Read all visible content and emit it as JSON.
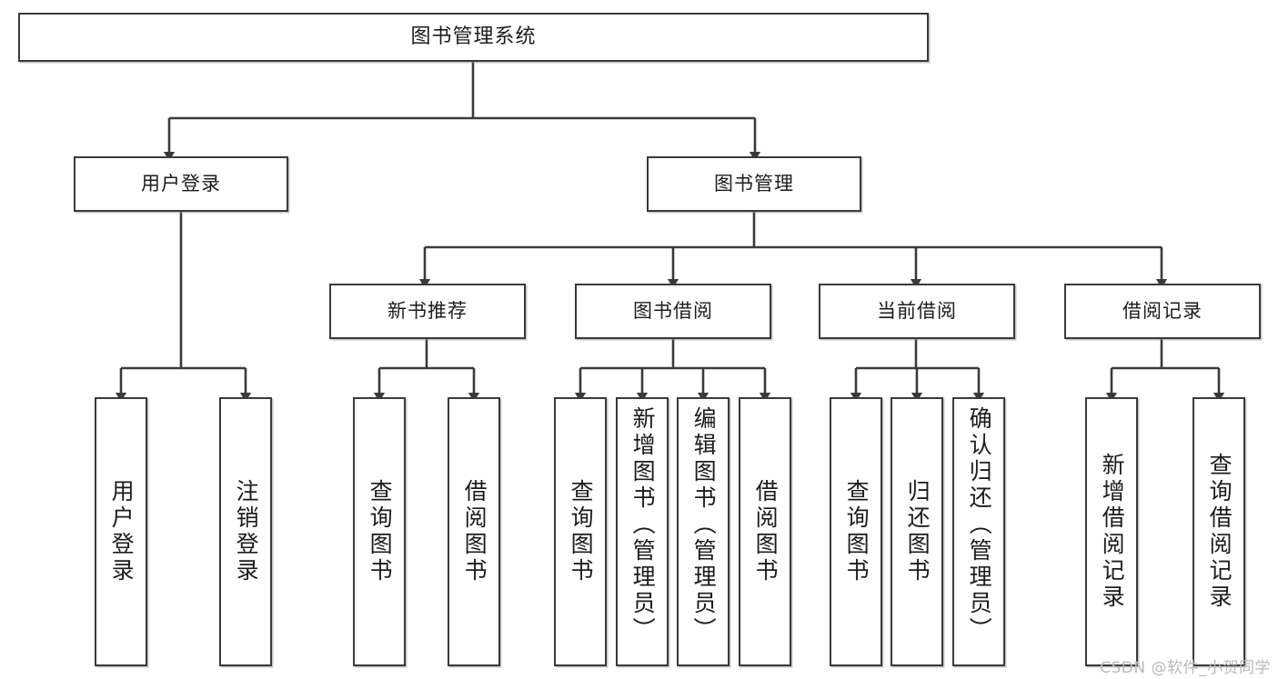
{
  "diagram": {
    "title": "图书管理系统",
    "watermark": "CSDN @软件_小贺同学",
    "line_color": "#3a3a3a",
    "box_fill": "#ffffff",
    "text_color": "#1c1c1c",
    "watermark_color": "#b9b9b9"
  },
  "nodes": {
    "root": {
      "label": "图书管理系统"
    },
    "level2": [
      {
        "label": "用户登录"
      },
      {
        "label": "图书管理"
      }
    ],
    "level3": [
      {
        "label": "新书推荐"
      },
      {
        "label": "图书借阅"
      },
      {
        "label": "当前借阅"
      },
      {
        "label": "借阅记录"
      }
    ],
    "leaves": {
      "user_login": [
        {
          "label": "用户登录"
        },
        {
          "label": "注销登录"
        }
      ],
      "new_book": [
        {
          "label": "查询图书"
        },
        {
          "label": "借阅图书"
        }
      ],
      "book_borrow": [
        {
          "label": "查询图书"
        },
        {
          "label": "新增图书（管理员）"
        },
        {
          "label": "编辑图书（管理员）"
        },
        {
          "label": "借阅图书"
        }
      ],
      "current_borrow": [
        {
          "label": "查询图书"
        },
        {
          "label": "归还图书"
        },
        {
          "label": "确认归还（管理员）"
        }
      ],
      "borrow_record": [
        {
          "label": "新增借阅记录"
        },
        {
          "label": "查询借阅记录"
        }
      ]
    }
  }
}
